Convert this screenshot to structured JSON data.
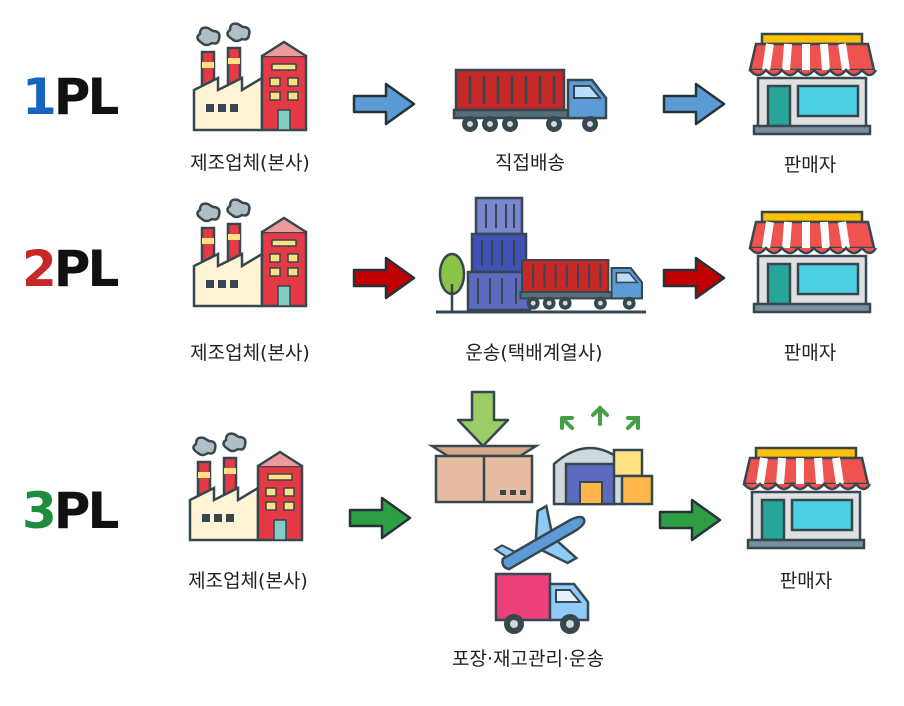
{
  "rows": [
    {
      "num": "1",
      "suffix": "PL",
      "num_color": "#1565c0",
      "arrow_color": "#5b9bd5",
      "manufacturer_label": "제조업체(본사)",
      "middle_label": "직접배송",
      "retailer_label": "판매자"
    },
    {
      "num": "2",
      "suffix": "PL",
      "num_color": "#c62828",
      "arrow_color": "#c00000",
      "manufacturer_label": "제조업체(본사)",
      "middle_label": "운송(택배계열사)",
      "retailer_label": "판매자"
    },
    {
      "num": "3",
      "suffix": "PL",
      "num_color": "#1e8e3e",
      "arrow_color": "#2e9e44",
      "manufacturer_label": "제조업체(본사)",
      "middle_label": "포장·재고관리·운송",
      "retailer_label": "판매자"
    }
  ],
  "icons": {
    "manufacturer": "factory-icon",
    "direct_delivery": "container-truck-icon",
    "transport": "warehouse-truck-icon",
    "packing": "box-down-icon",
    "inventory": "warehouse-icon",
    "shipping": "airplane-truck-icon",
    "retailer": "store-icon"
  }
}
